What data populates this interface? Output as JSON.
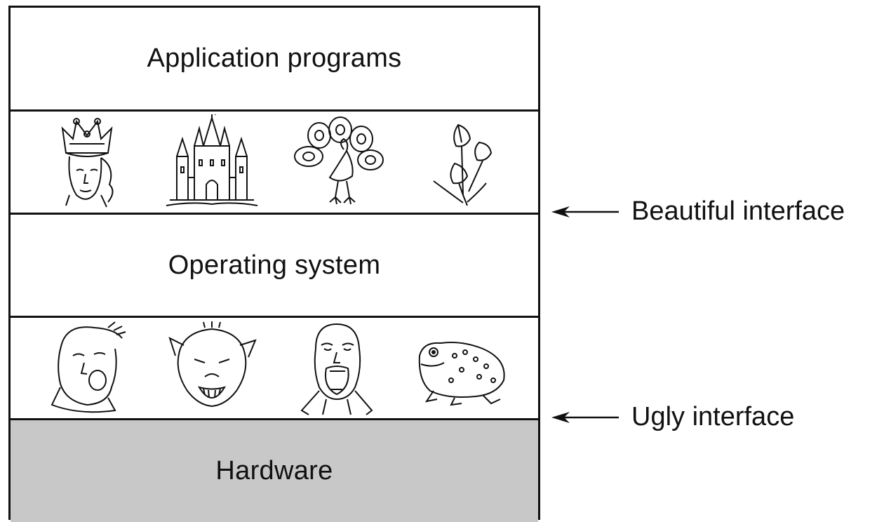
{
  "layers": {
    "application": "Application programs",
    "os": "Operating system",
    "hardware": "Hardware"
  },
  "pictures": {
    "beautiful": [
      "queen-icon",
      "castle-icon",
      "peacock-icon",
      "flower-icon"
    ],
    "ugly": [
      "grimacing-man-icon",
      "snarling-beast-icon",
      "screaming-face-icon",
      "toad-icon"
    ]
  },
  "annotations": {
    "beautiful": "Beautiful interface",
    "ugly": "Ugly interface"
  },
  "colors": {
    "hardware_fill": "#c8c8c8",
    "line": "#111111"
  }
}
